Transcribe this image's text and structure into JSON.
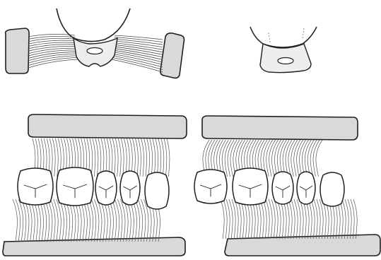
{
  "figure": {
    "panels": [
      {
        "id": "root-ligament-left",
        "kind": "tooth-root-with-ligament-fibers"
      },
      {
        "id": "root-ligament-right",
        "kind": "tooth-root-without-ligament"
      },
      {
        "id": "dental-arch-left",
        "kind": "teeth-row-with-fibers-between-bone-plates",
        "teeth_count": 5
      },
      {
        "id": "dental-arch-right",
        "kind": "teeth-row-with-fibers-between-bone-plates",
        "teeth_count": 5
      }
    ],
    "colors": {
      "ink": "#1f1f1f",
      "bone_fill": "#d9d9d9",
      "tooth_fill": "#ffffff",
      "fiber": "#555555",
      "background": "#ffffff"
    }
  }
}
